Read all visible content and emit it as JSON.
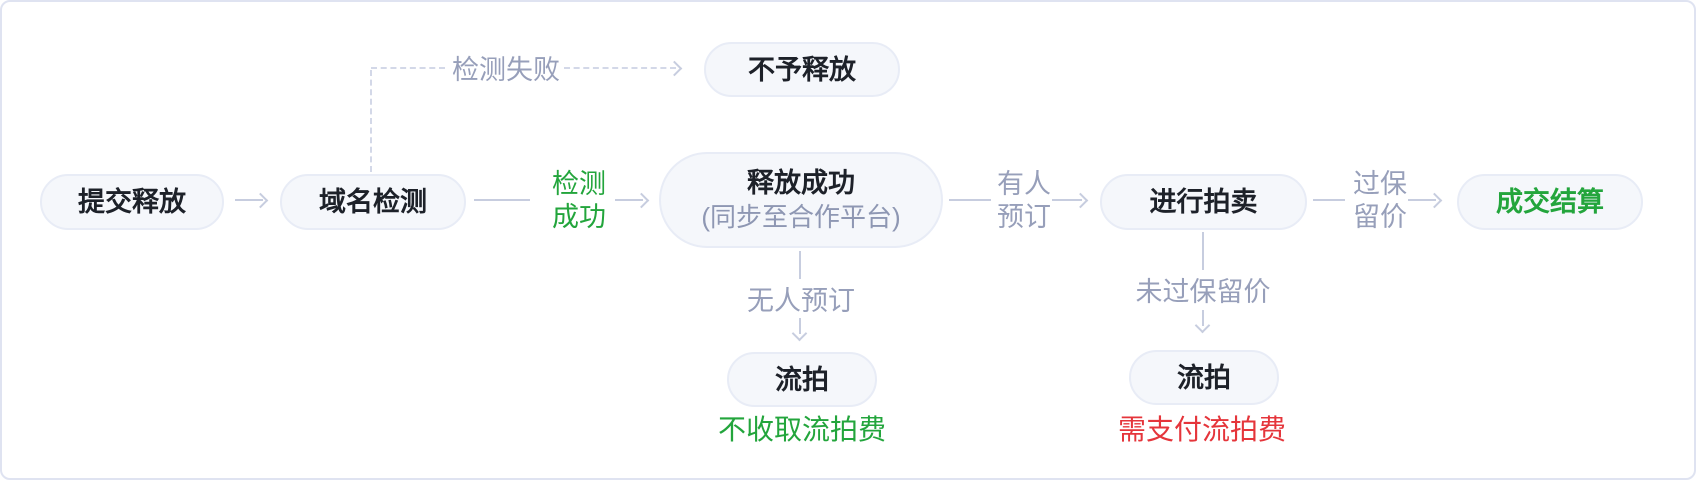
{
  "diagram": {
    "type": "flowchart",
    "topic": "domain-release-auction-process",
    "colors": {
      "success_green": "#23a53c",
      "warning_red": "#e5353b",
      "node_background": "#f5f7fb",
      "node_border": "#e8ecf6",
      "node_text": "#1d2129",
      "subtitle_gray": "#8e97b3",
      "edge_label_gray": "#979fba",
      "connector": "#c7cddf",
      "card_border": "#dfe3f1"
    }
  },
  "nodes": {
    "submit_release": {
      "label": "提交释放"
    },
    "domain_check": {
      "label": "域名检测"
    },
    "no_release": {
      "label": "不予释放"
    },
    "release_success": {
      "label": "释放成功",
      "sublabel": "(同步至合作平台)"
    },
    "auction": {
      "label": "进行拍卖"
    },
    "deal_settlement": {
      "label": "成交结算"
    },
    "failed_auction_no_reserve": {
      "label": "流拍",
      "caption": "不收取流拍费"
    },
    "failed_auction_below_reserve": {
      "label": "流拍",
      "caption": "需支付流拍费"
    }
  },
  "edges": {
    "check_failed": {
      "label": "检测失败",
      "style": "dashed"
    },
    "check_success": {
      "label": "检测\n成功",
      "style": "solid"
    },
    "someone_reserved": {
      "label": "有人\n预订",
      "style": "solid"
    },
    "above_reserve": {
      "label": "过保\n留价",
      "style": "solid"
    },
    "no_one_reserved": {
      "label": "无人预订",
      "style": "solid"
    },
    "below_reserve": {
      "label": "未过保留价",
      "style": "solid"
    }
  }
}
